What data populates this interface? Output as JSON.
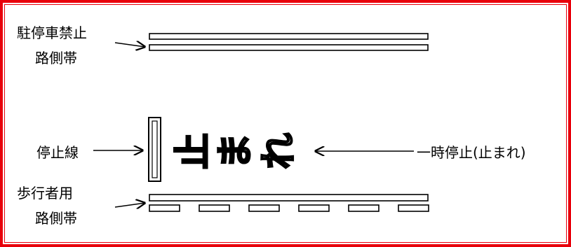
{
  "colors": {
    "frame": "#e8000b",
    "ink": "#000000",
    "paper": "#ffffff"
  },
  "labels": {
    "no_parking_line": [
      "駐停車禁止",
      "路側帯"
    ],
    "stop_line": "停止線",
    "pedestrian_line": [
      "歩行者用",
      "路側帯"
    ],
    "temporary_stop": "一時停止(止まれ)"
  },
  "road_marking": {
    "characters": [
      "止",
      "ま",
      "れ"
    ]
  }
}
